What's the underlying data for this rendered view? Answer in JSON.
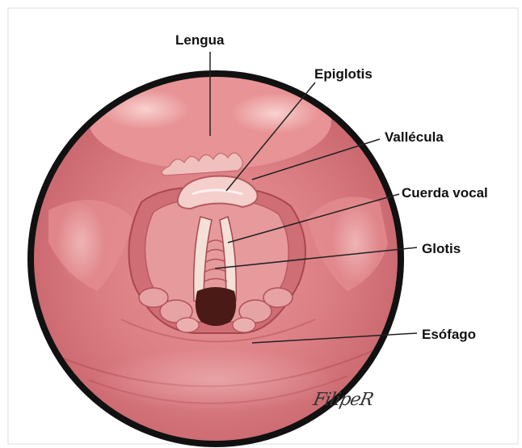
{
  "labels": {
    "lengua": "Lengua",
    "epiglotis": "Epiglotis",
    "vallecula": "Vallécula",
    "cuerda_vocal": "Cuerda vocal",
    "glotis": "Glotis",
    "esofago": "Esófago"
  },
  "signature": "FilipeR",
  "colors": {
    "mucosa": "#d9777d",
    "mucosa_light": "#efb4b4",
    "mucosa_dark": "#b9525a",
    "outline": "#111111",
    "glottis_opening": "#4a1a17",
    "vocal_cord": "#f3e0d6"
  }
}
